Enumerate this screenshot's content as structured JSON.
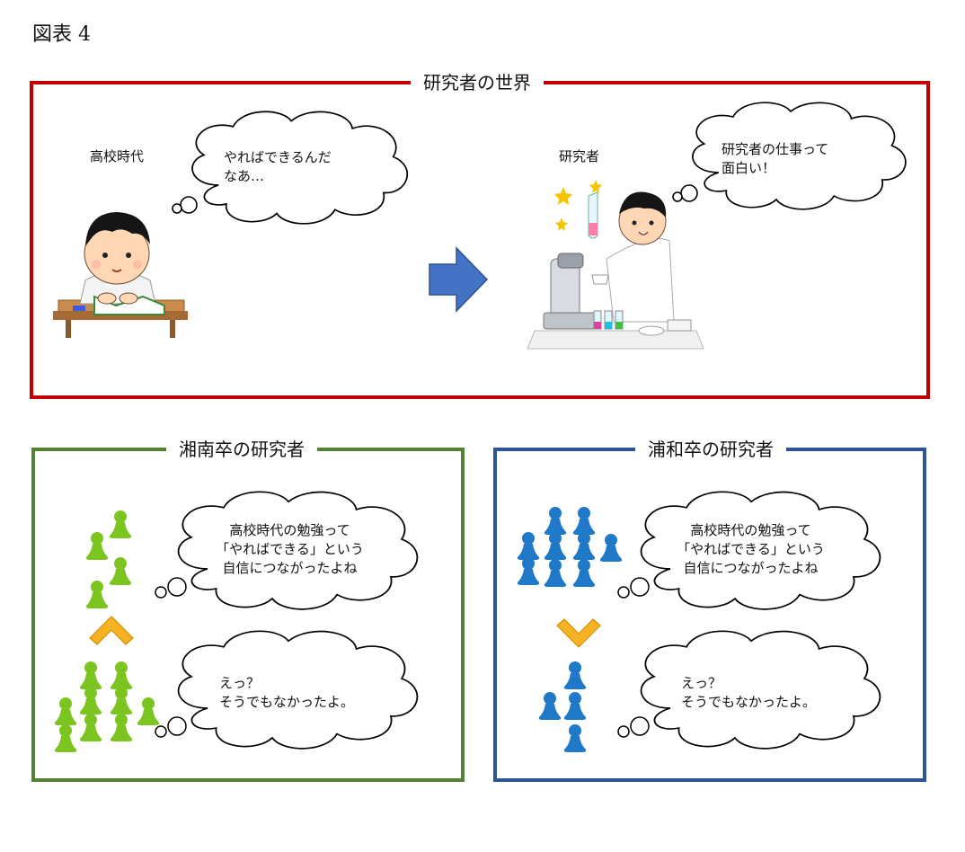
{
  "figure_label": "図表 4",
  "top_panel": {
    "title": "研究者の世界",
    "left_caption": "高校時代",
    "left_bubble": [
      "やればできるんだ",
      "なあ…"
    ],
    "right_caption": "研究者",
    "right_bubble": [
      "研究者の仕事って",
      "面白い！"
    ]
  },
  "shonan_panel": {
    "title": "湘南卒の研究者",
    "bubble_top": [
      "高校時代の勉強って",
      "「やればできる」という",
      "自信につながったよね"
    ],
    "bubble_bottom": [
      "えっ？",
      "そうでもなかったよ。"
    ],
    "comparison": "greater-than (fewer above, more below)",
    "top_count": 4,
    "bottom_count": 9
  },
  "urawa_panel": {
    "title": "浦和卒の研究者",
    "bubble_top": [
      "高校時代の勉強って",
      "「やればできる」という",
      "自信につながったよね"
    ],
    "bubble_bottom": [
      "えっ？",
      "そうでもなかったよ。"
    ],
    "comparison": "less-than (more above, fewer below)",
    "top_count": 9,
    "bottom_count": 4
  },
  "colors": {
    "red_frame": "#c00000",
    "green_frame": "#538135",
    "blue_frame": "#2f5496",
    "green_piece": "#7cc521",
    "blue_piece": "#1f78c8",
    "arrow": "#4472c4",
    "chevron": "#f5b323"
  },
  "icons": [
    "thought-bubble-icon",
    "student-studying-illustration",
    "scientist-illustration",
    "pawn-icon",
    "chevron-icon",
    "right-arrow-icon"
  ]
}
